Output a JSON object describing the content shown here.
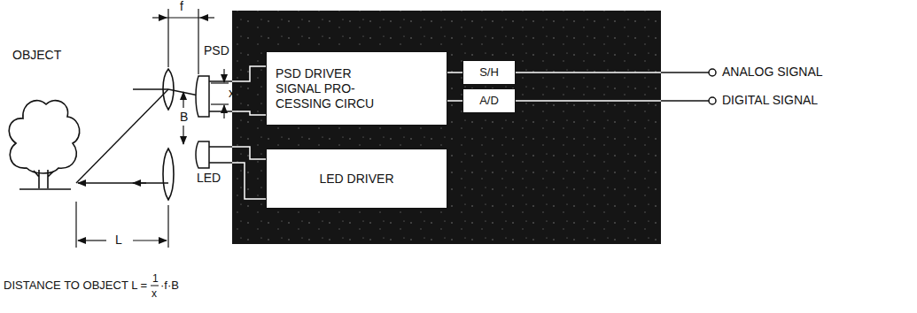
{
  "diagram": {
    "nodes": [
      {
        "text": [
          "PSD DRIVER SIGNAL PRO- CESSING CIRCU"
        ]
      },
      {
        "text": [
          "S/H"
        ]
      },
      {
        "text": [
          "A/D"
        ]
      },
      {
        "text": [
          "LED DRIVER"
        ]
      }
    ],
    "labels": [
      "OBJECT",
      "f",
      "PSD",
      "x",
      "B",
      "LED",
      "L",
      "ANALOG SIGNAL",
      "DIGITAL SIGNAL",
      "DISTANCE TO OBJECT L =",
      "1",
      "x",
      "·f·B"
    ]
  }
}
